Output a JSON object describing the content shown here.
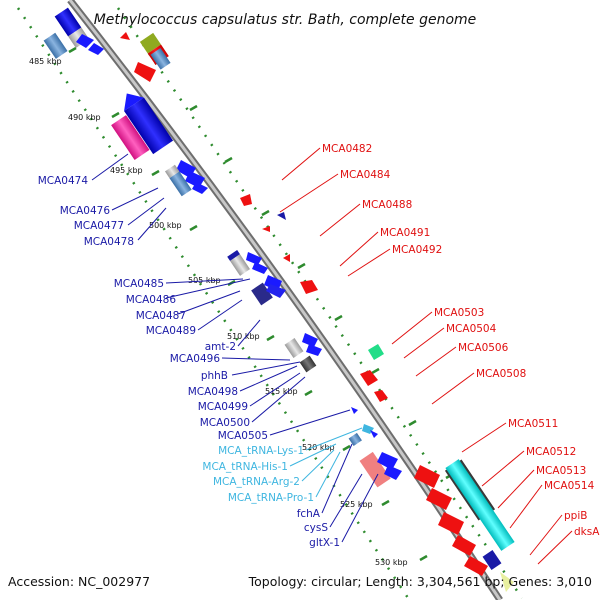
{
  "title": "Methylococcus capsulatus str. Bath, complete genome",
  "footer": {
    "accession": "Accession: NC_002977",
    "summary": "Topology: circular; Length: 3,304,561 bp; Genes: 3,010"
  },
  "scale_labels": [
    "485 kbp",
    "490 kbp",
    "495 kbp",
    "500 kbp",
    "505 kbp",
    "510 kbp",
    "515 kbp",
    "520 kbp",
    "525 kbp",
    "530 kbp"
  ],
  "gene_labels_left": [
    "MCA0474",
    "MCA0476",
    "MCA0477",
    "MCA0478",
    "MCA0485",
    "MCA0486",
    "MCA0487",
    "MCA0489",
    "amt-2",
    "MCA0496",
    "phhB",
    "MCA0498",
    "MCA0499",
    "MCA0500",
    "MCA0505",
    "fchA",
    "cysS",
    "gltX-1"
  ],
  "trna_labels": [
    "MCA_tRNA-Lys-1",
    "MCA_tRNA-His-1",
    "MCA_tRNA-Arg-2",
    "MCA_tRNA-Pro-1"
  ],
  "gene_labels_right": [
    "MCA0482",
    "MCA0484",
    "MCA0488",
    "MCA0491",
    "MCA0492",
    "MCA0503",
    "MCA0504",
    "MCA0506",
    "MCA0508",
    "MCA0511",
    "MCA0512",
    "MCA0513",
    "MCA0514",
    "ppiB",
    "dksA"
  ],
  "colors": {
    "forward_gene": "#1010e0",
    "reverse_gene": "#ee1111",
    "trna": "#3fb6e0",
    "backbone": "#8c8c8c",
    "tick": "#2e8b2e"
  }
}
